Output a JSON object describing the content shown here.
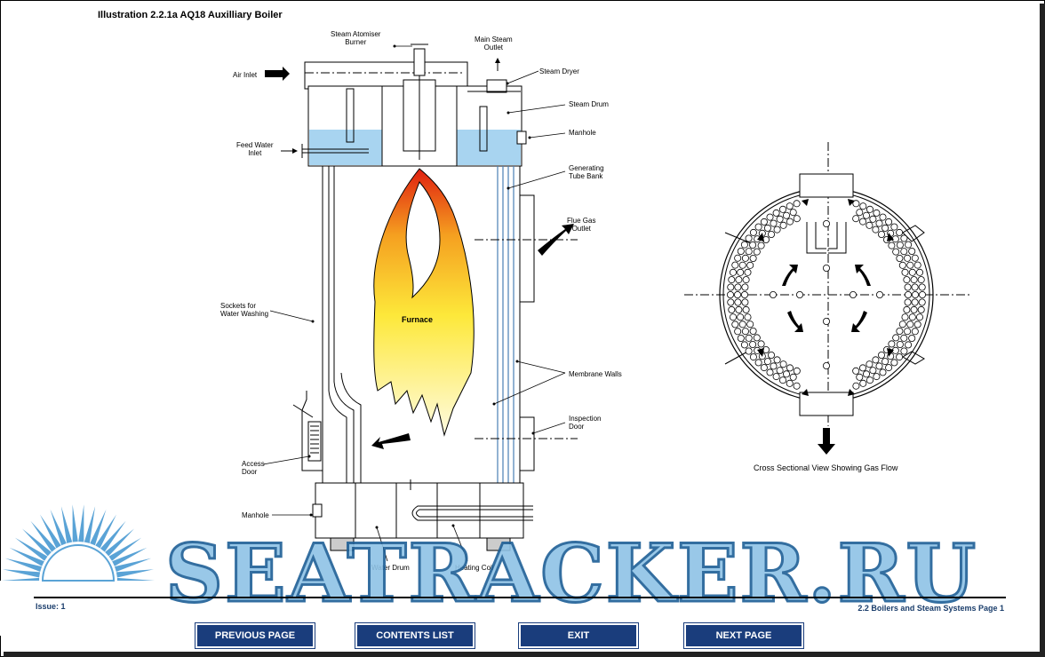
{
  "title": "Illustration 2.2.1a  AQ18 Auxilliary Boiler",
  "labels": {
    "steam_atomiser_burner": "Steam Atomiser\nBurner",
    "main_steam_outlet": "Main Steam\nOutlet",
    "steam_dryer": "Steam Dryer",
    "air_inlet": "Air Inlet",
    "steam_drum": "Steam Drum",
    "manhole_top": "Manhole",
    "feed_water_inlet": "Feed Water\nInlet",
    "generating_tube_bank": "Generating\nTube Bank",
    "flue_gas_outlet": "Flue Gas\nOutlet",
    "sockets_water_washing": "Sockets for\nWater Washing",
    "furnace": "Furnace",
    "membrane_walls": "Membrane Walls",
    "inspection_door": "Inspection\nDoor",
    "access_door": "Access\nDoor",
    "manhole_bottom": "Manhole",
    "water_drum": "Water Drum",
    "heating_coil": "Heating Coil"
  },
  "caption": "Cross Sectional View Showing Gas Flow",
  "footer": {
    "issue": "Issue: 1",
    "page_info": "2.2 Boilers and Steam Systems Page 1"
  },
  "watermark": "SEATRACKER.RU",
  "nav": {
    "previous": "PREVIOUS PAGE",
    "contents": "CONTENTS LIST",
    "exit": "EXIT",
    "next": "NEXT PAGE"
  },
  "colors": {
    "water": "#a8d4f0",
    "flame_outer": "#f06a10",
    "flame_core": "#fff36a",
    "button": "#1a3d7c",
    "watermark": "#8fc3e6"
  }
}
